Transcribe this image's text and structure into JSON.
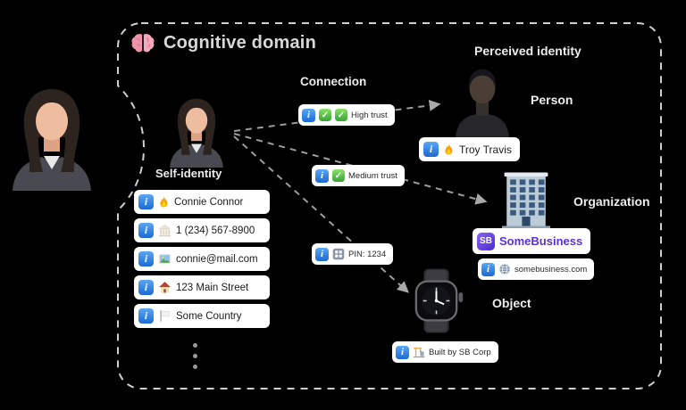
{
  "glyphs": {
    "info": "i",
    "check": "✓"
  },
  "colors": {
    "background": "#000000",
    "info_blue": "#1b6ad1",
    "trust_green": "#35a535",
    "brand_purple": "#5a2fd6",
    "boundary_gray": "#cfcfcf"
  },
  "domain": {
    "title": "Cognitive domain",
    "self_identity": {
      "label": "Self-identity",
      "attributes": [
        {
          "icon": "flame-icon",
          "text": "Connie Connor"
        },
        {
          "icon": "bank-icon",
          "text": "1 (234) 567-8900"
        },
        {
          "icon": "photo-icon",
          "text": "connie@mail.com"
        },
        {
          "icon": "house-icon",
          "text": "123 Main Street"
        },
        {
          "icon": "flag-icon",
          "text": "Some Country"
        }
      ]
    },
    "connection": {
      "label": "Connection",
      "badges": [
        {
          "icon": "double-check-icon",
          "text": "High trust"
        },
        {
          "icon": "check-icon",
          "text": "Medium trust"
        },
        {
          "icon": "keypad-icon",
          "text": "PIN: 1234"
        }
      ]
    },
    "perceived": {
      "label": "Perceived identity",
      "person": {
        "label": "Person",
        "badge": "Troy Travis"
      },
      "organization": {
        "label": "Organization",
        "logo": "SB",
        "name": "SomeBusiness",
        "website": "somebusiness.com"
      },
      "object": {
        "label": "Object",
        "badge": "Built by SB Corp"
      }
    }
  }
}
